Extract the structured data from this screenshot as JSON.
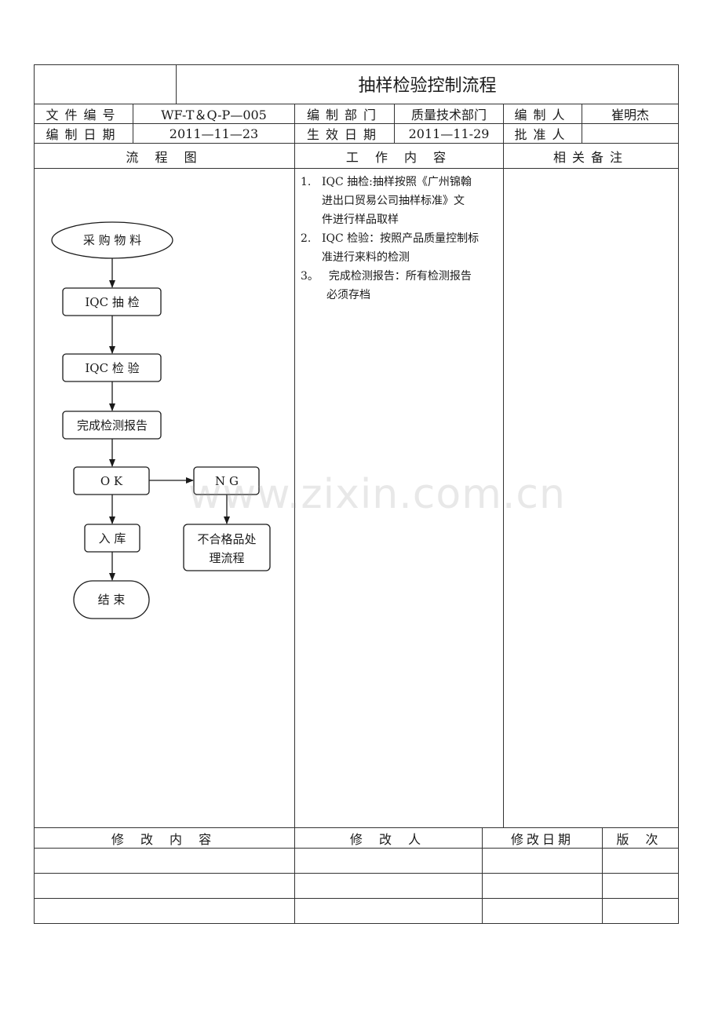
{
  "title": "抽样检验控制流程",
  "header": {
    "doc_no_label": "文件编号",
    "doc_no_value": "WF-T＆Q-P—005",
    "dept_label": "编制部门",
    "dept_value": "质量技术部门",
    "author_label": "编制人",
    "author_value": "崔明杰",
    "date_label": "编制日期",
    "date_value": "2011—11—23",
    "effective_label": "生效日期",
    "effective_value": "2011—11-29",
    "approver_label": "批准人",
    "approver_value": ""
  },
  "columns": {
    "flow": "流 程 图",
    "work": "工 作 内 容",
    "notes": "相关备注"
  },
  "flowchart": {
    "start": "采 购 物 料",
    "step1": "IQC 抽 检",
    "step2": "IQC 检 验",
    "step3": "完成检测报告",
    "ok": "O K",
    "ng": "N G",
    "stock": "入 库",
    "reject_line1": "不合格品处",
    "reject_line2": "理流程",
    "end": "结 束"
  },
  "work_items": [
    {
      "num": "1.",
      "lines": [
        "IQC 抽检:抽样按照《广州锦翰",
        "进出口贸易公司抽样标准》文",
        "件进行样品取样"
      ]
    },
    {
      "num": "2.",
      "lines": [
        "IQC 检验：按照产品质量控制标",
        "准进行来料的检测"
      ]
    },
    {
      "num": "3。",
      "lines": [
        "  完成检测报告：所有检测报告",
        "必须存档"
      ]
    }
  ],
  "revision": {
    "content_label": "修 改 内 容",
    "person_label": "修 改 人",
    "date_label": "修改日期",
    "version_label": "版 次"
  },
  "watermark": "www.zixin.com.cn"
}
